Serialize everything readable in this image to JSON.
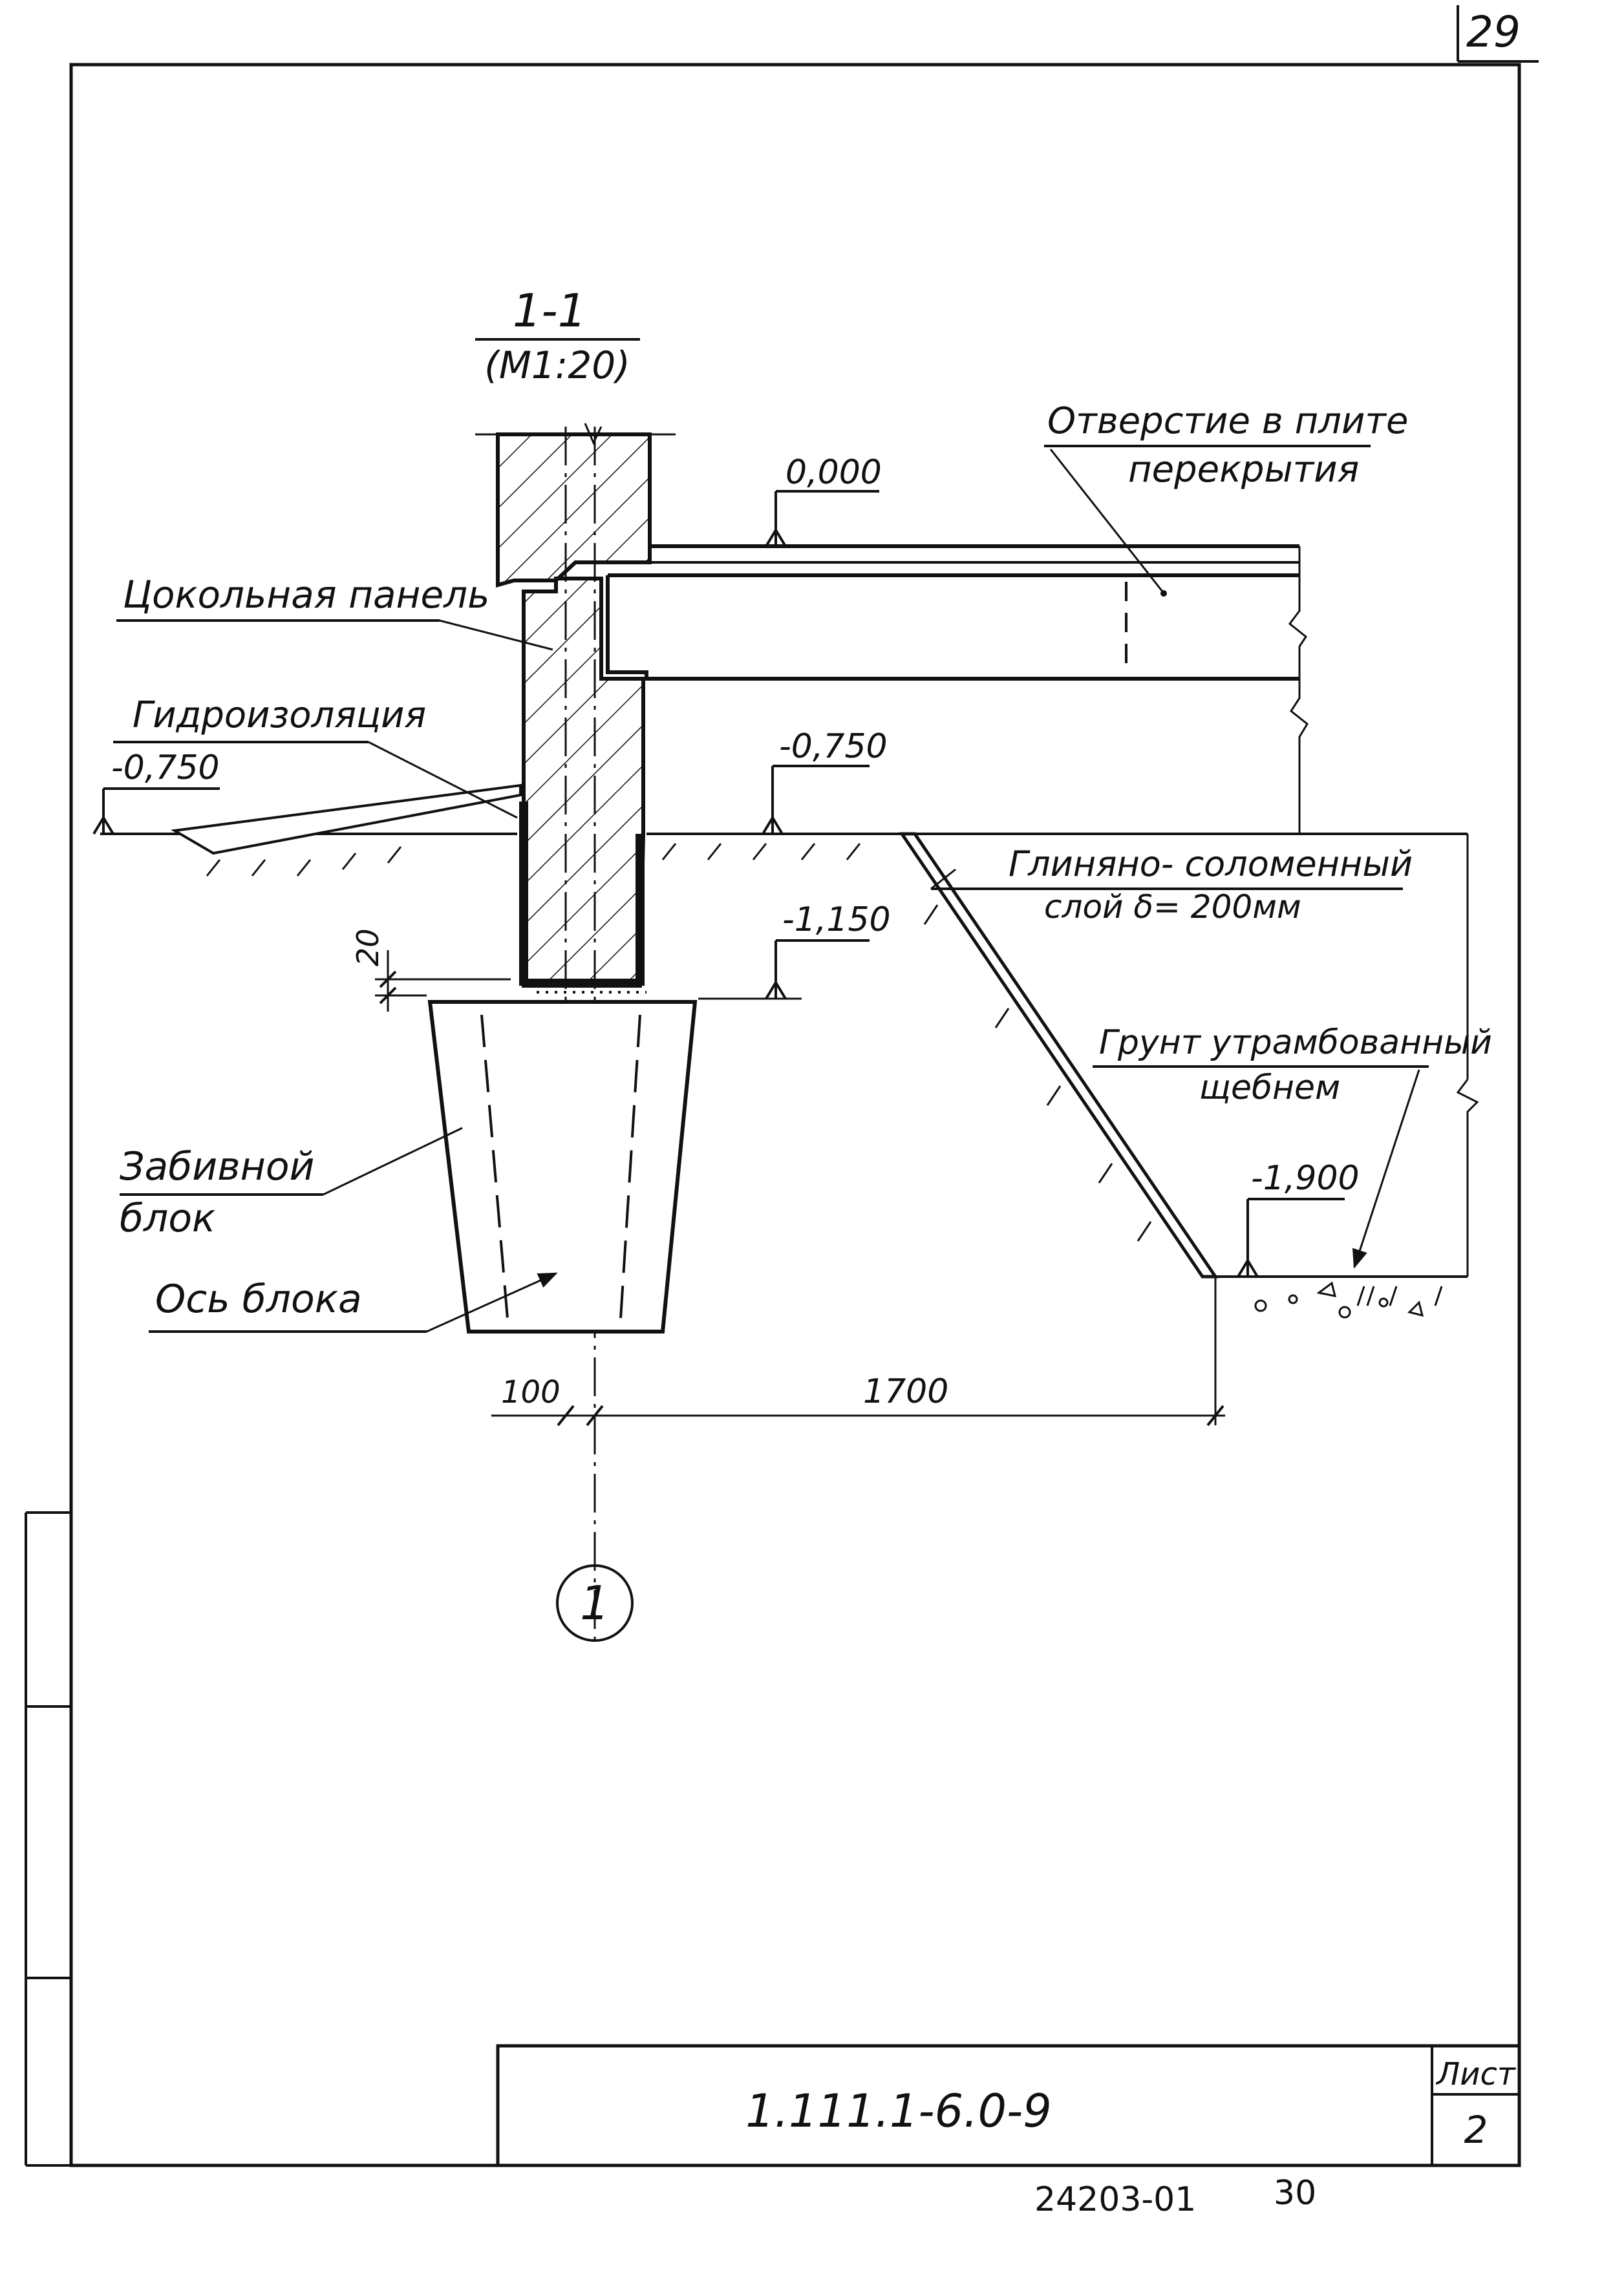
{
  "page_number": "29",
  "section": {
    "title": "1-1",
    "scale": "(M1:20)"
  },
  "levels": {
    "floor": "0,000",
    "outside_grade": "-0,750",
    "inside_grade": "-0,750",
    "panel_bottom": "-1,150",
    "pit_bottom": "-1,900"
  },
  "labels": {
    "slab_opening_line1": "Отверстие в плите",
    "slab_opening_line2": "перекрытия",
    "plinth_panel": "Цокольная панель",
    "waterproofing": "Гидроизоляция",
    "clay_straw_line1": "Глиняно- соломенный",
    "clay_straw_line2": "слой δ= 200мм",
    "compacted_soil_line1": "Грунт утрамбованный",
    "compacted_soil_line2": "щебнем",
    "driven_block_line1": "Забивной",
    "driven_block_line2": "блок",
    "block_axis": "Ось блока"
  },
  "dimensions": {
    "gap": "20",
    "offset": "100",
    "span": "1700"
  },
  "axis_marker": "1",
  "title_block": {
    "code": "1.111.1-6.0-9",
    "sheet_label": "Лист",
    "sheet_number": "2"
  },
  "footer": {
    "doc_number": "24203-01",
    "page": "30"
  }
}
